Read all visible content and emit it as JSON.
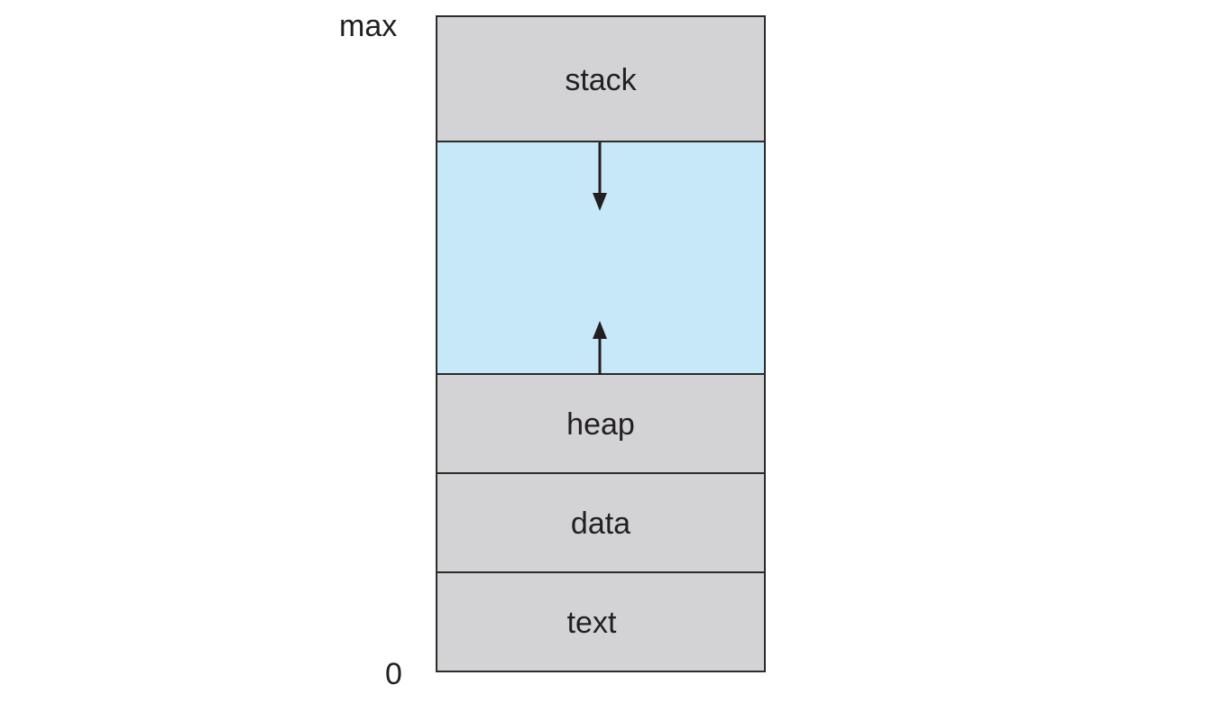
{
  "axis": {
    "top_label": "max",
    "bottom_label": "0"
  },
  "segments": {
    "stack": "stack",
    "heap": "heap",
    "data": "data",
    "text": "text"
  },
  "colors": {
    "segment_fill": "#d3d3d5",
    "free_space_fill": "#c7e8f8",
    "border": "#2b2b2b",
    "text": "#231f20"
  }
}
